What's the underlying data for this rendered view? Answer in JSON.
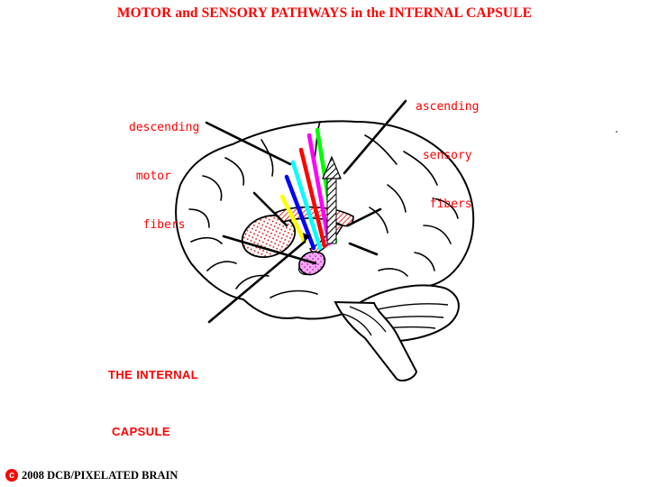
{
  "title": "MOTOR and SENSORY PATHWAYS in the INTERNAL CAPSULE",
  "labels": {
    "descending": [
      "descending",
      " motor",
      "  fibers"
    ],
    "ascending": [
      "ascending",
      " sensory",
      "  fibers"
    ],
    "capsule": [
      "THE INTERNAL",
      " CAPSULE"
    ]
  },
  "copyright": {
    "symbol": "c",
    "text": "2008  DCB/PIXELATED BRAIN"
  },
  "colors": {
    "label_red": "#ff0000",
    "fiber_yellow": "#ffff00",
    "fiber_blue": "#0000ff",
    "fiber_cyan": "#00ffff",
    "fiber_red": "#ff0000",
    "fiber_magenta": "#ff00ff",
    "fiber_green": "#00ff00",
    "basal_ganglia_fill": "#e8a0a0",
    "thalamus_fill": "#ee88ee"
  }
}
